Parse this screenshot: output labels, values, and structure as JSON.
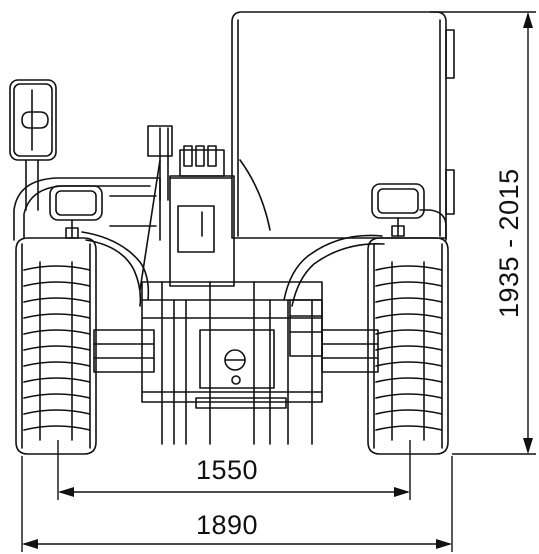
{
  "drawing": {
    "subject": "",
    "line_color": "#111111",
    "background": "#ffffff"
  },
  "dimensions": {
    "inner_track": "1550",
    "outer_width": "1890",
    "height_range": "1935 - 2015"
  }
}
